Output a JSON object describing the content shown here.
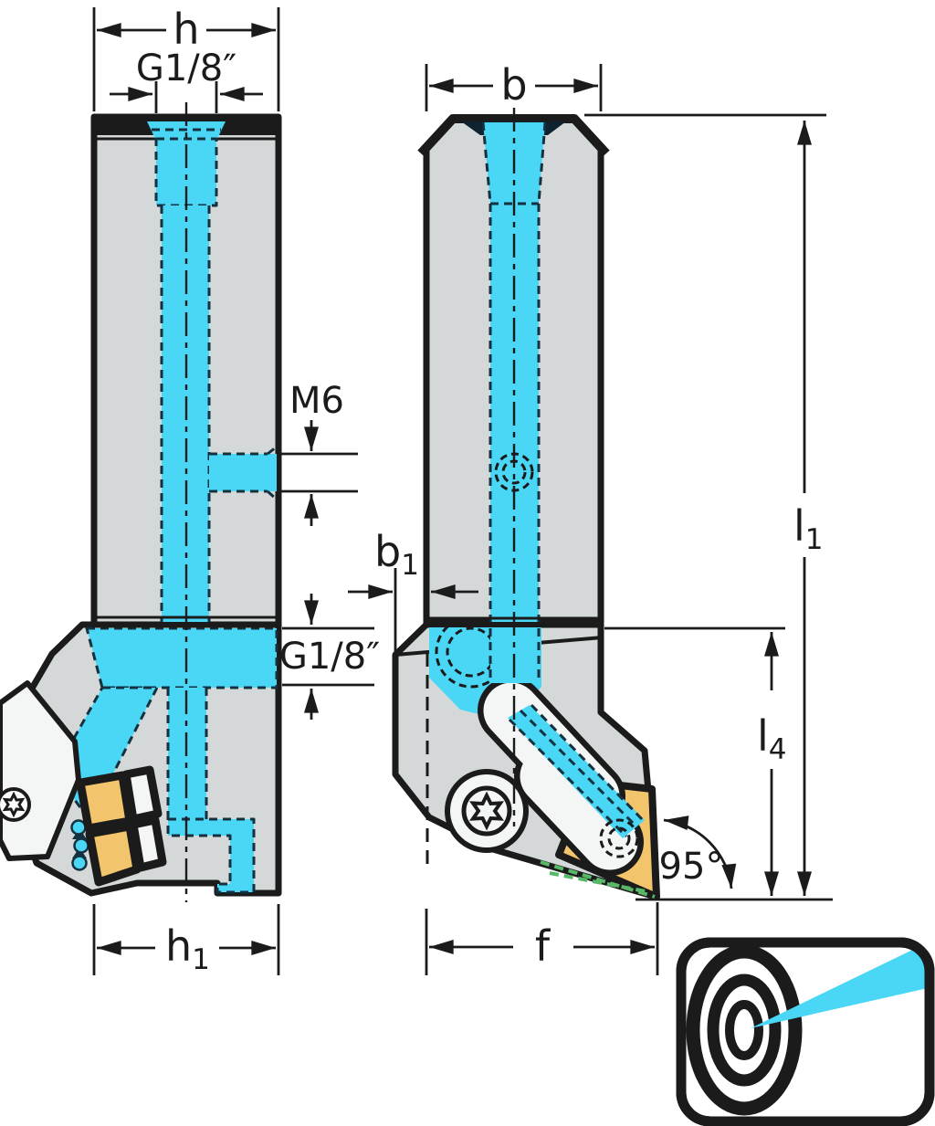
{
  "drawing": {
    "kind": "tool-holder-technical-drawing",
    "views": [
      "side-view",
      "front-view"
    ]
  },
  "labels": {
    "dim_h": "h",
    "dim_g18_top": "G1/8″",
    "dim_m6": "M6",
    "dim_g18_side": "G1/8″",
    "dim_h1": {
      "base": "h",
      "sub": "1"
    },
    "dim_b": "b",
    "dim_b1": {
      "base": "b",
      "sub": "1"
    },
    "dim_l1": {
      "base": "l",
      "sub": "1"
    },
    "dim_l4": {
      "base": "l",
      "sub": "4"
    },
    "dim_f": "f",
    "dim_angle": "95°"
  },
  "icon": {
    "name": "precision-coolant-target-icon"
  },
  "colors": {
    "coolant": "#4AD7F6",
    "body": "#D5D8D9",
    "insert": "#F2C46B",
    "outline": "#1B1B1B",
    "channelEdge": "#13313F",
    "shim": "#58B868",
    "darkPort": "#0F2230"
  }
}
